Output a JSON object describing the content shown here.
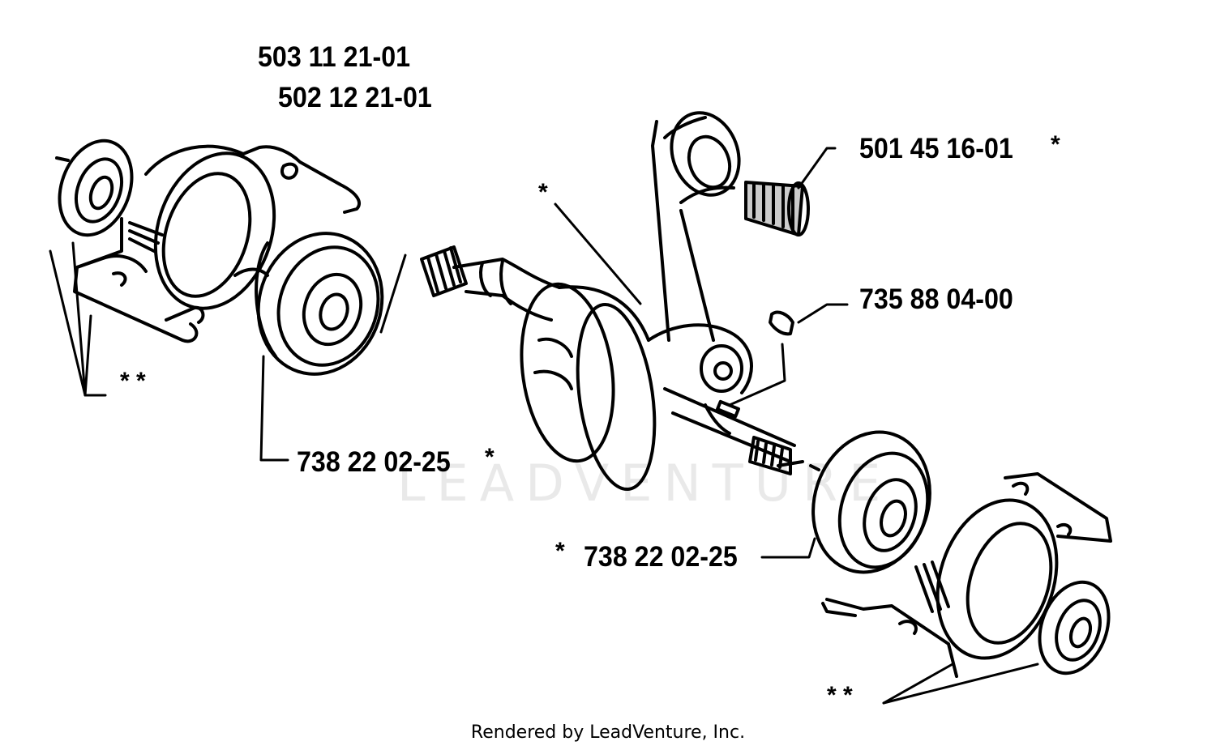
{
  "labels": {
    "part_1": "503 11 21-01",
    "part_2": "502 12 21-01",
    "part_3": "501 45 16-01",
    "part_4": "735 88 04-00",
    "part_5": "738 22 02-25",
    "part_6": "738 22 02-25"
  },
  "markers": {
    "single": "*",
    "double": "* *"
  },
  "watermark": "LEADVENTURE",
  "footer": "Rendered by LeadVenture, Inc."
}
